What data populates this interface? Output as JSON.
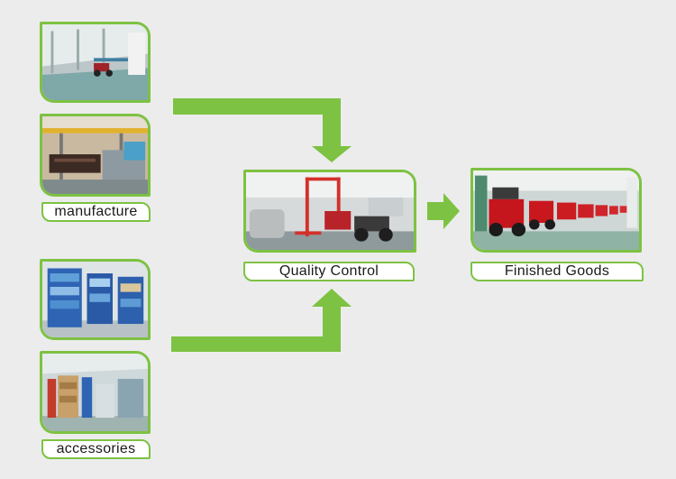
{
  "labels": {
    "manufacture": "manufacture",
    "accessories": "accessories",
    "quality_control": "Quality Control",
    "finished_goods": "Finished Goods"
  },
  "colors": {
    "accent_green": "#7dc242",
    "background": "#ececec"
  }
}
